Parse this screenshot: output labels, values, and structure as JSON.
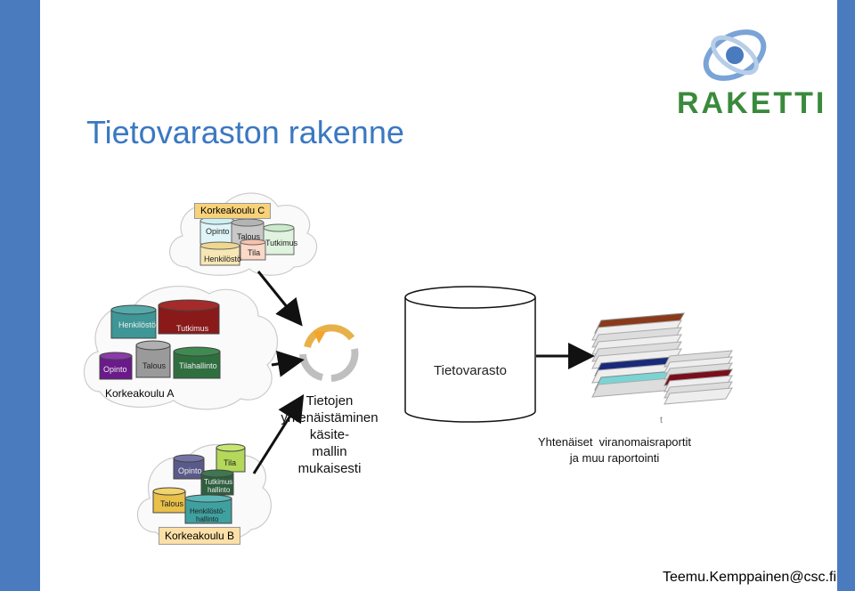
{
  "title": "Tietovaraston rakenne",
  "logo": {
    "text": "RAKETTI"
  },
  "korkeakoulu_c": {
    "label": "Korkeakoulu C",
    "opinto": "Opinto",
    "talous": "Talous",
    "tutkimus": "Tutkimus",
    "tila": "Tila",
    "henkilosto": "Henkilöstö"
  },
  "korkeakoulu_a": {
    "label": "Korkeakoulu A",
    "henkilosto": "Henkilöstö",
    "tutkimus": "Tutkimus",
    "opinto": "Opinto",
    "talous": "Talous",
    "tilahallinto": "Tilahallinto"
  },
  "korkeakoulu_b": {
    "label": "Korkeakoulu B",
    "tila": "Tila",
    "opinto": "Opinto",
    "tutkimushallinto_1": "Tutkimus",
    "tutkimushallinto_2": "hallinto",
    "talous": "Talous",
    "henkilostohallinto_1": "Henkilöstö-",
    "henkilostohallinto_2": "hallinto"
  },
  "process": {
    "line1": "Tietojen",
    "line2": "yhtenäistäminen",
    "line3": "käsite-",
    "line4": "mallin",
    "line5": "mukaisesti"
  },
  "warehouse": {
    "label": "Tietovarasto"
  },
  "reports": {
    "small_label": "t",
    "line1": "Yhtenäiset  viranomaisraportit",
    "line2": "ja muu raportointi"
  },
  "email": "Teemu.Kemppainen@csc.fi",
  "colors": {
    "accent_blue": "#4a7bbf",
    "title_blue": "#3a78c2",
    "logo_green": "#3a8a3c"
  }
}
